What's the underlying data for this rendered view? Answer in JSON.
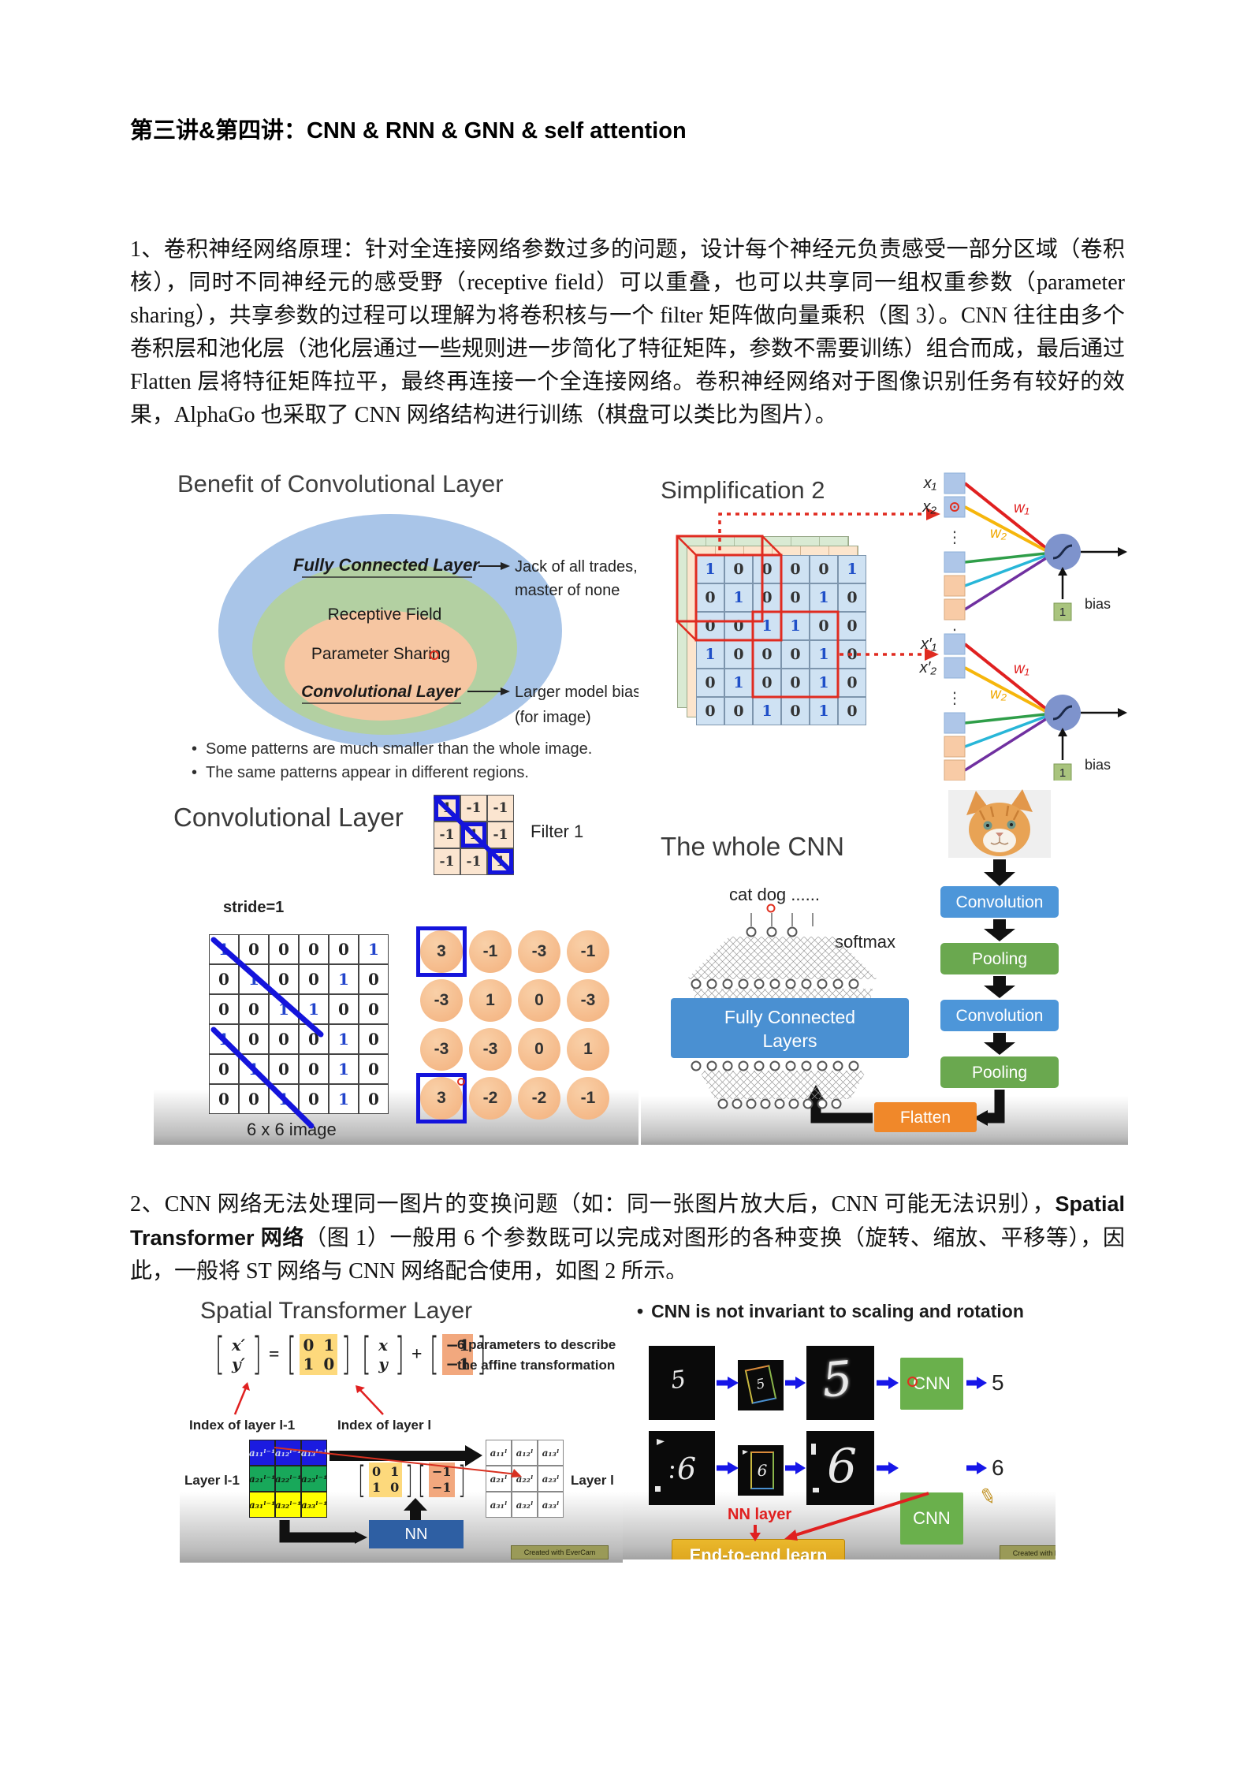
{
  "doc": {
    "title": "第三讲&第四讲：CNN & RNN & GNN & self attention",
    "para1": "1、卷积神经网络原理：针对全连接网络参数过多的问题，设计每个神经元负责感受一部分区域（卷积核），同时不同神经元的感受野（receptive field）可以重叠，也可以共享同一组权重参数（parameter sharing），共享参数的过程可以理解为将卷积核与一个 filter 矩阵做向量乘积（图 3）。CNN 往往由多个卷积层和池化层（池化层通过一些规则进一步简化了特征矩阵，参数不需要训练）组合而成，最后通过 Flatten 层将特征矩阵拉平，最终再连接一个全连接网络。卷积神经网络对于图像识别任务有较好的效果，AlphaGo 也采取了 CNN 网络结构进行训练（棋盘可以类比为图片）。",
    "para2_pre": "2、CNN 网络无法处理同一图片的变换问题（如：同一张图片放大后，CNN 可能无法识别），",
    "para2_bold": "Spatial Transformer 网络",
    "para2_post": "（图 1）一般用 6 个参数既可以完成对图形的各种变换（旋转、缩放、平移等），因此，一般将 ST 网络与 CNN 网络配合使用，如图 2 所示。"
  },
  "glyphs": {
    "bullet": "•",
    "dots": "⋮",
    "pencil": "✎",
    "lbrk": "[",
    "rbrk": "]"
  },
  "benefit": {
    "title": "Benefit of Convolutional Layer",
    "outer": "Fully Connected Layer",
    "mid": "Receptive Field",
    "inner1": "Parameter Sharing",
    "inner2": "Convolutional Layer",
    "note1a": "Jack of all trades,",
    "note1b": "master of none",
    "note2a": "Larger model bias",
    "note2b": "(for image)",
    "bullet1": "Some patterns are much smaller than the whole image.",
    "bullet2": "The same patterns appear in different regions."
  },
  "simp": {
    "title": "Simplification 2",
    "matrix": [
      [
        "1",
        "0",
        "0",
        "0",
        "0",
        "1"
      ],
      [
        "0",
        "1",
        "0",
        "0",
        "1",
        "0"
      ],
      [
        "0",
        "0",
        "1",
        "1",
        "0",
        "0"
      ],
      [
        "1",
        "0",
        "0",
        "0",
        "1",
        "0"
      ],
      [
        "0",
        "1",
        "0",
        "0",
        "1",
        "0"
      ],
      [
        "0",
        "0",
        "1",
        "0",
        "1",
        "0"
      ]
    ],
    "n1": {
      "in1": "x₁",
      "in2": "x₂",
      "w1": "w₁",
      "w2": "w₂",
      "bias": "bias",
      "one": "1"
    },
    "n2": {
      "in1": "x′₁",
      "in2": "x′₂",
      "w1": "w₁",
      "w2": "w₂",
      "bias": "bias",
      "one": "1"
    }
  },
  "conv": {
    "title": "Convolutional Layer",
    "filter_label": "Filter 1",
    "filter": [
      [
        "1",
        "-1",
        "-1"
      ],
      [
        "-1",
        "1",
        "-1"
      ],
      [
        "-1",
        "-1",
        "1"
      ]
    ],
    "stride": "stride=1",
    "matrix": [
      [
        "1",
        "0",
        "0",
        "0",
        "0",
        "1"
      ],
      [
        "0",
        "1",
        "0",
        "0",
        "1",
        "0"
      ],
      [
        "0",
        "0",
        "1",
        "1",
        "0",
        "0"
      ],
      [
        "1",
        "0",
        "0",
        "0",
        "1",
        "0"
      ],
      [
        "0",
        "1",
        "0",
        "0",
        "1",
        "0"
      ],
      [
        "0",
        "0",
        "1",
        "0",
        "1",
        "0"
      ]
    ],
    "image_label": "6 x 6 image",
    "result": [
      [
        "3",
        "-1",
        "-3",
        "-1"
      ],
      [
        "-3",
        "1",
        "0",
        "-3"
      ],
      [
        "-3",
        "-3",
        "0",
        "1"
      ],
      [
        "3",
        "-2",
        "-2",
        "-1"
      ]
    ]
  },
  "wholecnn": {
    "title": "The whole CNN",
    "catdog": "cat dog ......",
    "softmax": "softmax",
    "fc1": "Fully Connected",
    "fc2": "Layers",
    "conv1": "Convolution",
    "pool1": "Pooling",
    "conv2": "Convolution",
    "pool2": "Pooling",
    "flatten": "Flatten"
  },
  "st": {
    "title": "Spatial Transformer Layer",
    "eq": {
      "x1": "x′",
      "y1": "y′",
      "eqsign": "=",
      "m": [
        [
          "0",
          "1"
        ],
        [
          "1",
          "0"
        ]
      ],
      "x": "x",
      "y": "y",
      "plus": "+",
      "t": [
        "−1",
        "−1"
      ]
    },
    "note1": "6 parameters to describe",
    "note2": "the affine transformation",
    "idx1": "Index of layer l-1",
    "idx2": "Index of layer l",
    "layer_l1": "Layer l-1",
    "layer_l": "Layer l",
    "grid_l1": [
      [
        "a₁₁ˡ⁻¹",
        "a₁₂ˡ⁻¹",
        "a₁₃ˡ⁻¹"
      ],
      [
        "a₂₁ˡ⁻¹",
        "a₂₂ˡ⁻¹",
        "a₂₃ˡ⁻¹"
      ],
      [
        "a₃₁ˡ⁻¹",
        "a₃₂ˡ⁻¹",
        "a₃₃ˡ⁻¹"
      ]
    ],
    "grid_l": [
      [
        "a₁₁ˡ",
        "a₁₂ˡ",
        "a₁₃ˡ"
      ],
      [
        "a₂₁ˡ",
        "a₂₂ˡ",
        "a₂₃ˡ"
      ],
      [
        "a₃₁ˡ",
        "a₃₂ˡ",
        "a₃₃ˡ"
      ]
    ],
    "m2": [
      [
        "0",
        "1"
      ],
      [
        "1",
        "0"
      ]
    ],
    "t2": [
      "−1",
      "−1"
    ],
    "nn": "NN",
    "watermark": "Created with EverCam"
  },
  "invariance": {
    "bullet": "CNN is not invariant to scaling and rotation",
    "digit5": "5",
    "digit6": "6",
    "cnn": "CNN",
    "out5": "5",
    "out6": "6",
    "nn_layer": "NN layer",
    "endtoend": "End-to-end learn",
    "watermark": "Created with EverCam"
  },
  "colors": {
    "convolution_blue": "#4d96d9",
    "pooling_green": "#6aa84f",
    "flatten_orange": "#f0882a",
    "fc_blue": "#4a90d2",
    "nn_blue": "#2e5fa3",
    "cnn_green": "#6ab04c",
    "endtoend_gold": "#e0a728",
    "highlight_red": "#e02b20",
    "filter_blue": "#1414dc",
    "venn_blue": "#a9c5e8",
    "venn_green": "#b3d0a2",
    "venn_peach": "#f6c6a2"
  }
}
